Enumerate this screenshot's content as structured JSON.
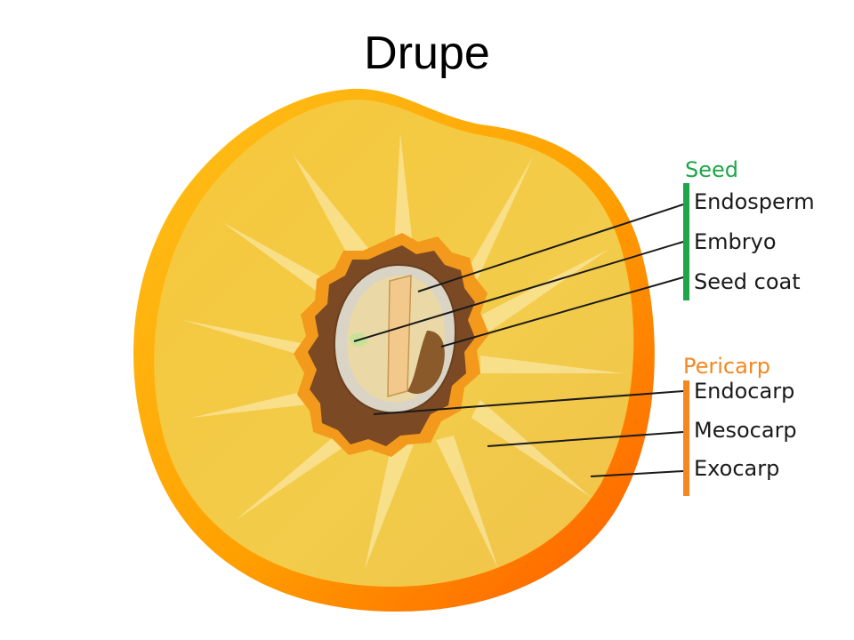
{
  "title": "Drupe",
  "colors": {
    "seed_group": "#1fa64a",
    "pericarp_group": "#f4871f",
    "exocarp": "#ff6a00",
    "mesocarp": "#f7c531",
    "endocarp": "#7b4a24",
    "endosperm": "#ead9a6"
  },
  "groups": {
    "seed": {
      "label": "Seed",
      "parts": [
        "Endosperm",
        "Embryo",
        "Seed coat"
      ]
    },
    "pericarp": {
      "label": "Pericarp",
      "parts": [
        "Endocarp",
        "Mesocarp",
        "Exocarp"
      ]
    }
  }
}
